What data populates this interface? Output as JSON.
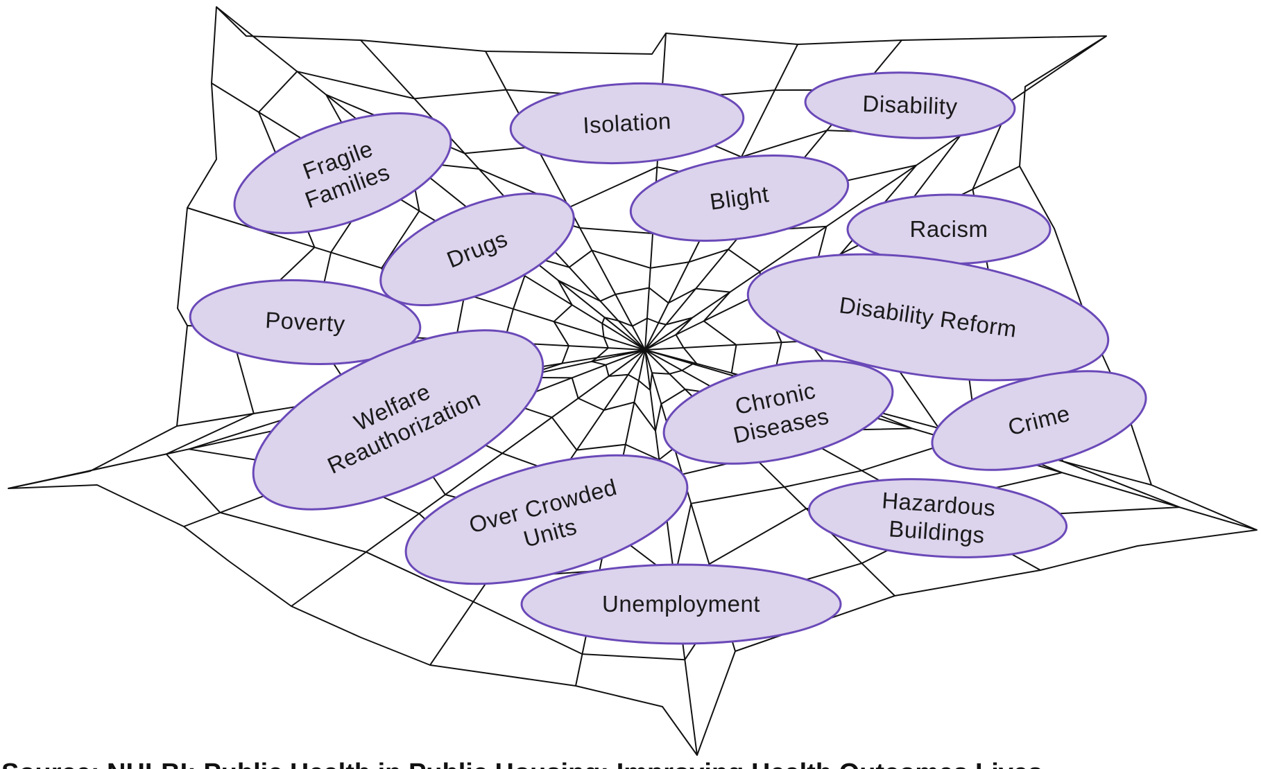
{
  "diagram": {
    "type": "web",
    "nodes": [
      {
        "id": "isolation",
        "lines": [
          "Isolation"
        ]
      },
      {
        "id": "disability",
        "lines": [
          "Disability"
        ]
      },
      {
        "id": "fragile-families",
        "lines": [
          "Fragile",
          "Families"
        ]
      },
      {
        "id": "blight",
        "lines": [
          "Blight"
        ]
      },
      {
        "id": "racism",
        "lines": [
          "Racism"
        ]
      },
      {
        "id": "drugs",
        "lines": [
          "Drugs"
        ]
      },
      {
        "id": "disability-reform",
        "lines": [
          "Disability Reform"
        ]
      },
      {
        "id": "poverty",
        "lines": [
          "Poverty"
        ]
      },
      {
        "id": "welfare-reauthorization",
        "lines": [
          "Welfare",
          "Reauthorization"
        ]
      },
      {
        "id": "chronic-diseases",
        "lines": [
          "Chronic",
          "Diseases"
        ]
      },
      {
        "id": "crime",
        "lines": [
          "Crime"
        ]
      },
      {
        "id": "over-crowded-units",
        "lines": [
          "Over Crowded",
          "Units"
        ]
      },
      {
        "id": "hazardous-buildings",
        "lines": [
          "Hazardous",
          "Buildings"
        ]
      },
      {
        "id": "unemployment",
        "lines": [
          "Unemployment"
        ]
      }
    ],
    "footer_text": "Source: NHLBI; Public Health in Public Housing: Improving Health Outcomes Lives"
  },
  "colors": {
    "node_fill": "#dcd3ec",
    "node_stroke": "#6a49b8",
    "web_line": "#111111",
    "background": "#ffffff"
  }
}
